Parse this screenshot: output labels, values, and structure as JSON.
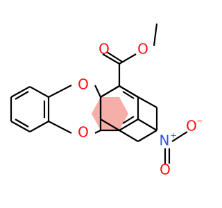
{
  "molecule": {
    "colors": {
      "bond": "#000000",
      "oxygen": "#ff0d0d",
      "nitrogen": "#3050f8",
      "ring_highlight": "#f4a09a"
    },
    "atom_labels": {
      "ester_carbonyl_oxygen": "O",
      "ester_ether_oxygen": "O",
      "ring_oxygen_top": "O",
      "ring_oxygen_bottom": "O",
      "nitro_nitrogen": "N",
      "nitro_nitrogen_charge": "+",
      "nitro_oxygen_minus": "O",
      "nitro_oxygen_minus_charge": "−",
      "nitro_oxygen_double": "O"
    }
  }
}
